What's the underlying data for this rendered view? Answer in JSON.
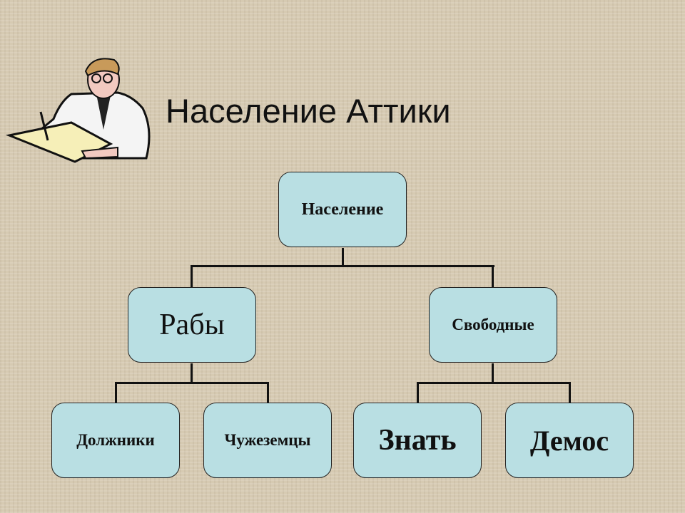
{
  "title": "Население Аттики",
  "nodes": {
    "root": "Население",
    "slaves": "Рабы",
    "free": "Свободные",
    "debtors": "Должники",
    "foreigners": "Чужеземцы",
    "nobility": "Знать",
    "demos": "Демос"
  },
  "colors": {
    "box_fill": "#b9dfe3",
    "background": "#d6cab2"
  },
  "illustration": "scholar-writing-icon"
}
